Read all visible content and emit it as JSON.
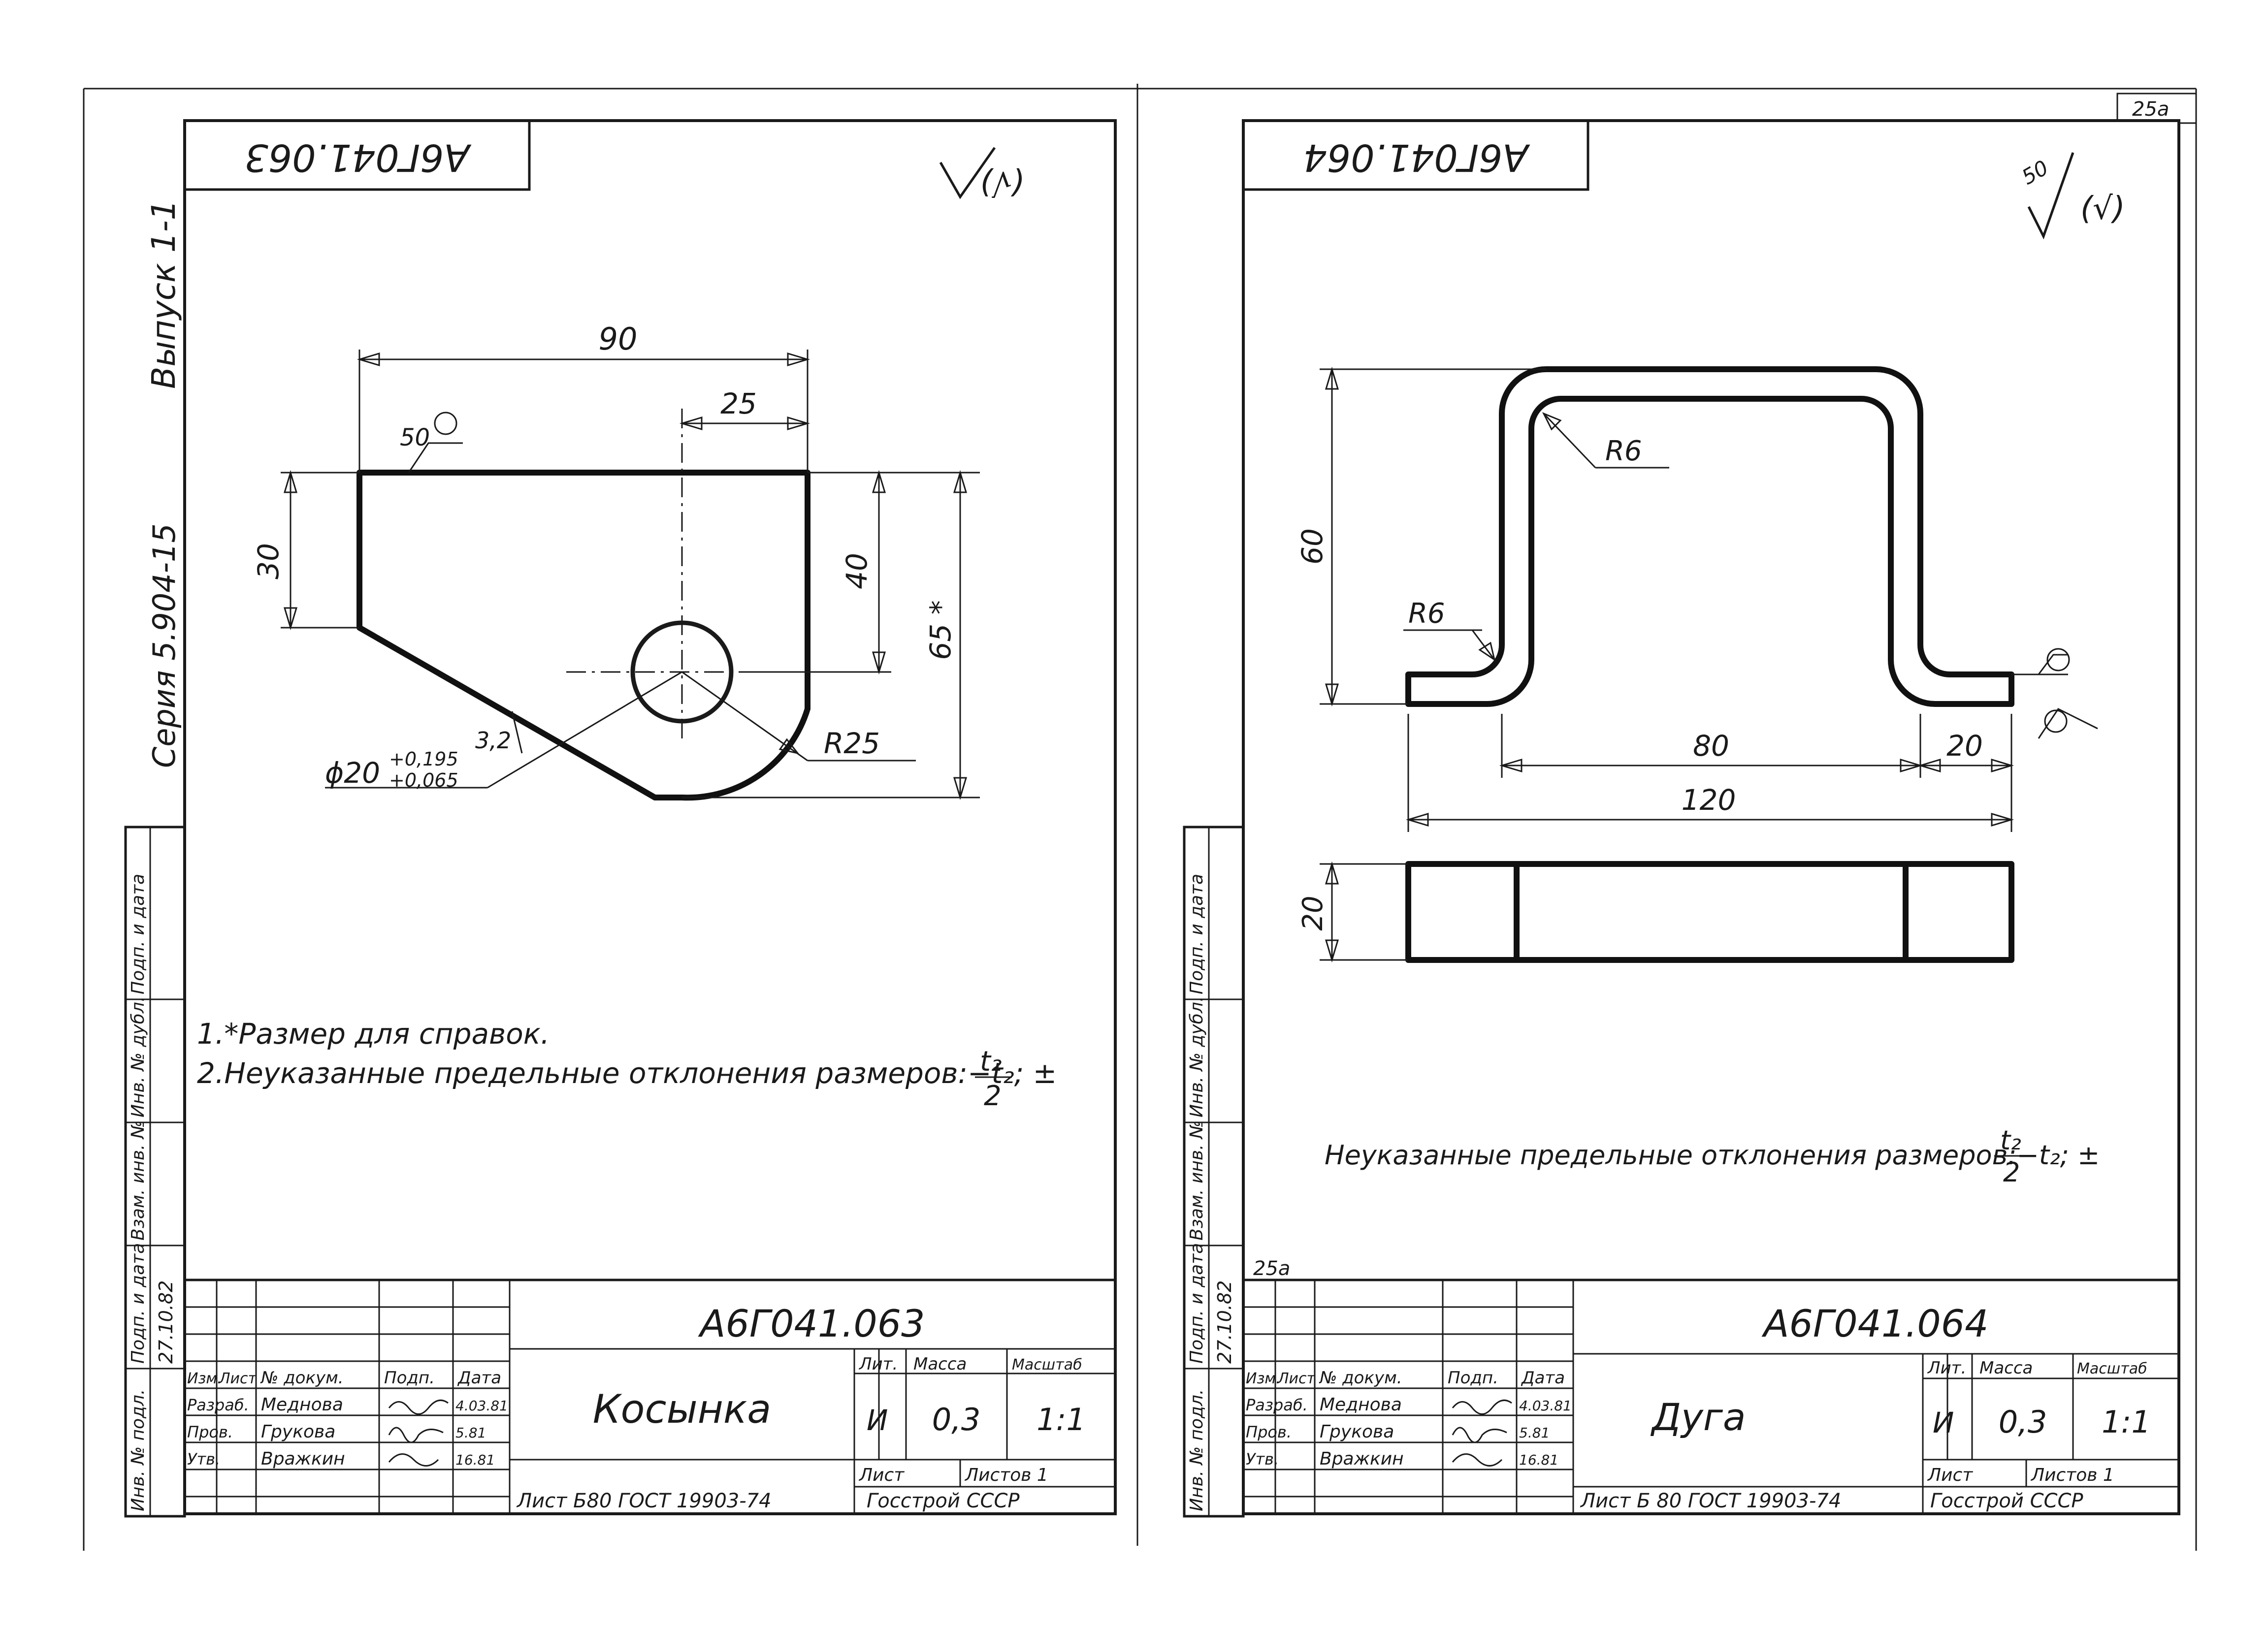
{
  "left": {
    "code_stamp": "А6Г041.063",
    "vertical_header": {
      "issue": "Выпуск 1-1",
      "series": "Серия 5.904-15"
    },
    "dims": {
      "d90": "90",
      "d25": "25",
      "d30": "30",
      "d40": "40",
      "d65": "65 *",
      "r25": "R25",
      "d3_2": "3,2",
      "phi_base": "ϕ20",
      "phi_upper": "+0,195",
      "phi_lower": "+0,065",
      "roughness_50": "50"
    },
    "notes": {
      "note1": "1.*Размер для справок.",
      "note2": "2.Неуказанные предельные отклонения размеров:−t₂; ±",
      "frac_num": "t₂",
      "frac_den": "2"
    },
    "side_stamp": [
      "Подп. и дата",
      "Инв. № дубл.",
      "Взам. инв. №",
      "Подп. и дата",
      "Инв. № подл."
    ],
    "stamp_date": "27.10.82",
    "title_block": {
      "designation": "А6Г041.063",
      "name": "Косынка",
      "headers": [
        "Изм.",
        "Лист",
        "№ докум.",
        "Подп.",
        "Дата"
      ],
      "rows": [
        {
          "role": "Разраб.",
          "name": "Меднова",
          "date": "4.03.81"
        },
        {
          "role": "Пров.",
          "name": "Грукова",
          "date": "5.81"
        },
        {
          "role": "Утв.",
          "name": "Вражкин",
          "date": "16.81"
        }
      ],
      "col_labels": [
        "Лит.",
        "Масса",
        "Масштаб"
      ],
      "lit": "И",
      "mass": "0,3",
      "scale": "1:1",
      "sheet": "Лист",
      "sheets": "Листов 1",
      "material": "Лист Б80 ГОСТ 19903-74",
      "org": "Госстрой СССР"
    }
  },
  "right": {
    "corner": "25а",
    "small_mark": "25а",
    "code_stamp": "А6Г041.064",
    "dims": {
      "d60": "60",
      "r6_top": "R6",
      "r6_left": "R6",
      "d80": "80",
      "d20_h": "20",
      "d120": "120",
      "d20_v": "20",
      "roughness_50": "50"
    },
    "notes": {
      "note": "Неуказанные предельные отклонения размеров:−t₂; ±",
      "frac_num": "t₂",
      "frac_den": "2"
    },
    "side_stamp": [
      "Подп. и дата",
      "Инв. № дубл.",
      "Взам. инв. №",
      "Подп. и дата",
      "Инв. № подл."
    ],
    "stamp_date": "27.10.82",
    "title_block": {
      "designation": "А6Г041.064",
      "name": "Дуга",
      "headers": [
        "Изм.",
        "Лист",
        "№ докум.",
        "Подп.",
        "Дата"
      ],
      "rows": [
        {
          "role": "Разраб.",
          "name": "Меднова",
          "date": "4.03.81"
        },
        {
          "role": "Пров.",
          "name": "Грукова",
          "date": "5.81"
        },
        {
          "role": "Утв.",
          "name": "Вражкин",
          "date": "16.81"
        }
      ],
      "col_labels": [
        "Лит.",
        "Масса",
        "Масштаб"
      ],
      "lit": "И",
      "mass": "0,3",
      "scale": "1:1",
      "sheet": "Лист",
      "sheets": "Листов 1",
      "material": "Лист Б 80 ГОСТ 19903-74",
      "org": "Госстрой СССР"
    }
  }
}
